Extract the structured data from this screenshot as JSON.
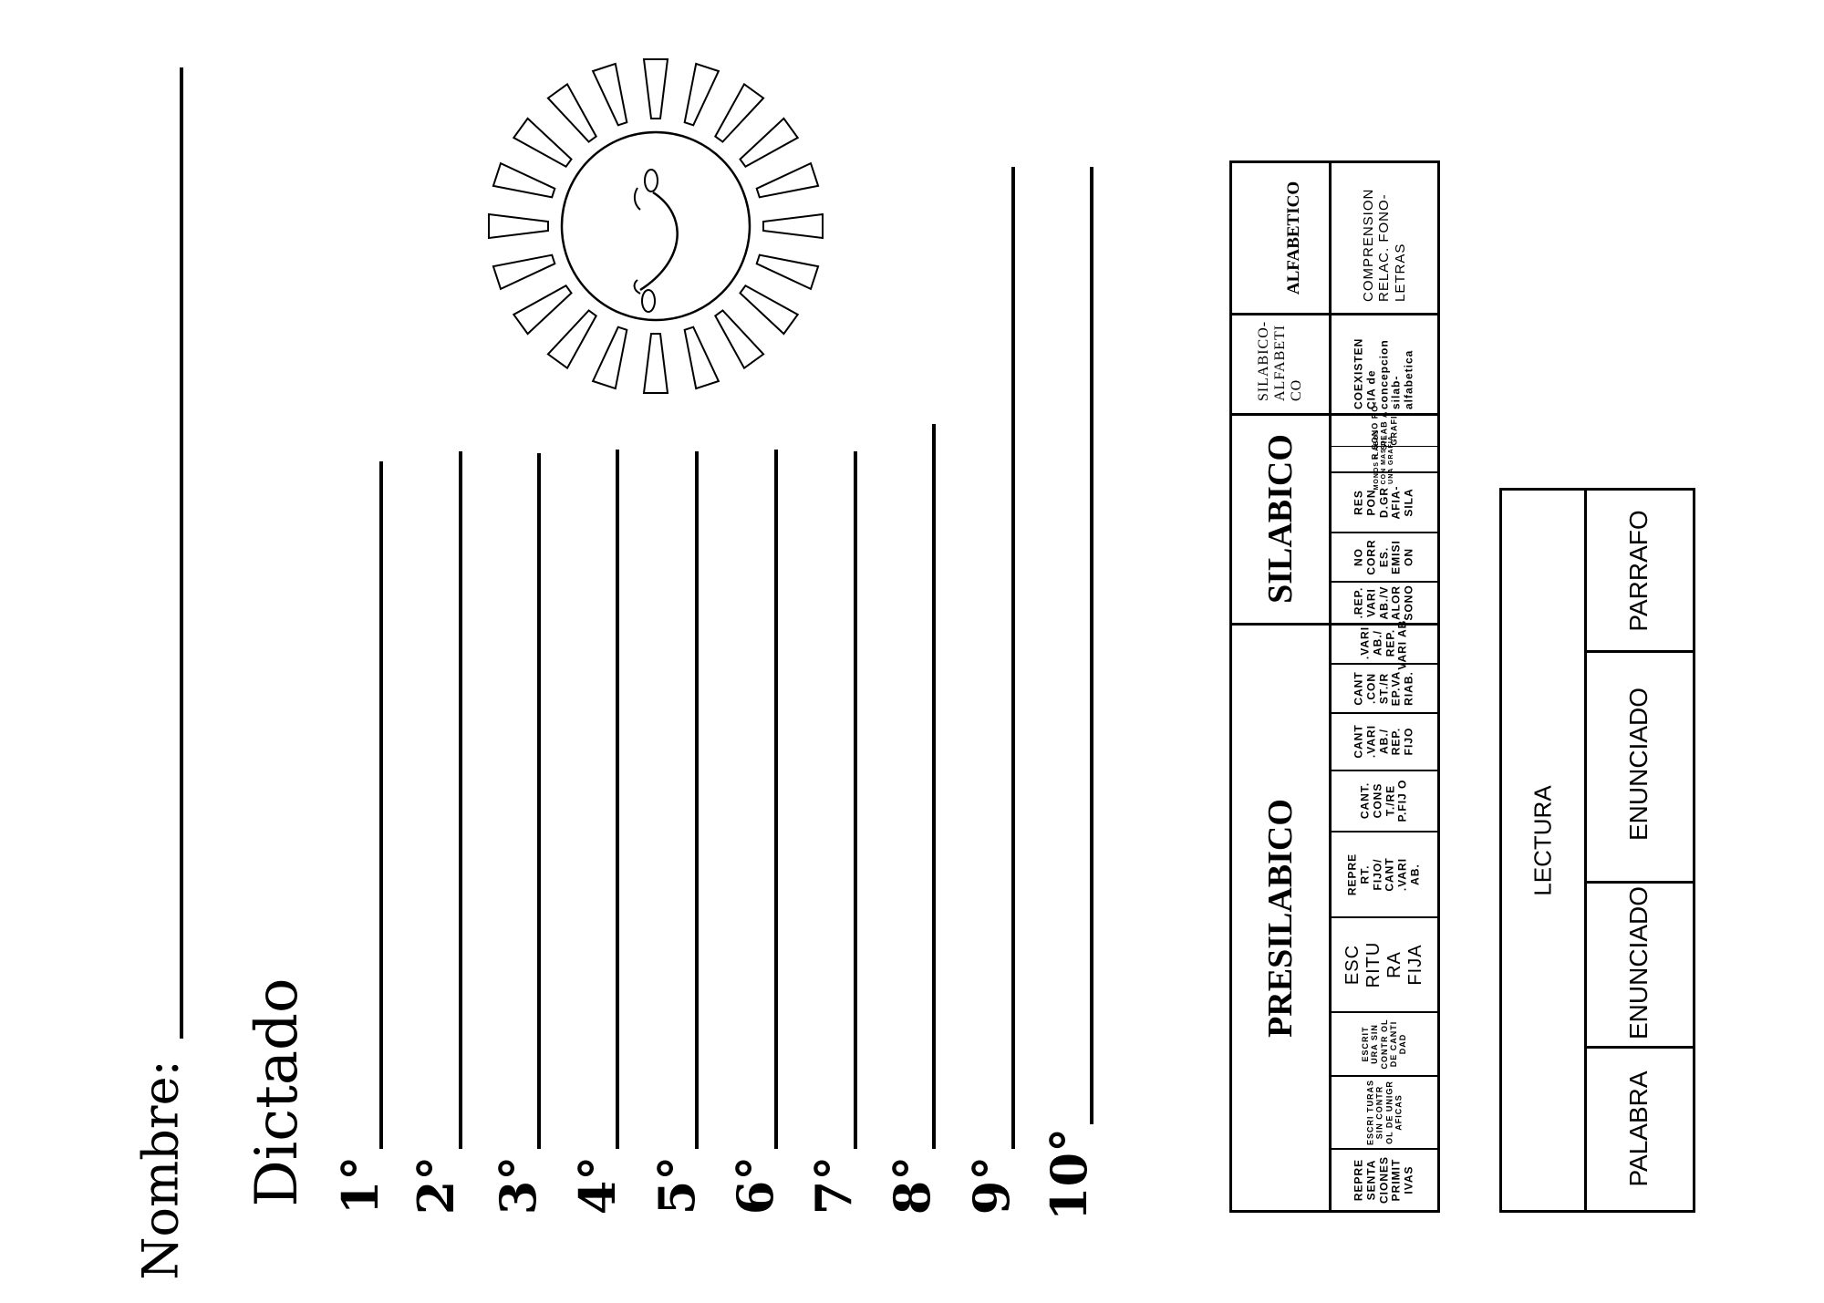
{
  "header": {
    "name_label": "Nombre:",
    "title": "Dictado"
  },
  "dictation_lines": [
    {
      "label": "1°"
    },
    {
      "label": "2°"
    },
    {
      "label": "3°"
    },
    {
      "label": "4°"
    },
    {
      "label": "5°"
    },
    {
      "label": "6°"
    },
    {
      "label": "7°"
    },
    {
      "label": "8°"
    },
    {
      "label": "9°"
    },
    {
      "label": "10°"
    }
  ],
  "decoration": {
    "icon": "sun-icon"
  },
  "levels_table": {
    "headers": {
      "presilabico": "PRESILABICO",
      "silabico": "SILABICO",
      "silabico_alfabetico": "SILABICO-ALFABETI CO",
      "alfabetico": "ALFABETICO"
    },
    "presilabico_cells": [
      "REPRE SENTA CIONES PRIMIT IVAS",
      "ESCRI TURAS SIN CONTR OL DE UNIGR AFICAS",
      "ESCRIT URA SIN CONTR OL DE CANTI DAD",
      "ESC RITU RA FIJA",
      "REPRE RT. FIJO/ CANT .VARI AB.",
      "CANT. CONS T./RE P.FIJ O",
      "CANT .VARI AB./ REP. FIJO",
      "CANT .CON ST./R EP.VA RIAB.",
      ".VARI AB./ REP. VARI AB.",
      ".REP. VARI AB./V ALOR SONO"
    ],
    "silabico_cells": [
      "NO CORR ES. EMISI ON",
      "RES PON D.GR AFIA- SILA",
      "MONOS ILABOS CON MAS DE UNA GRAFIA",
      "R SONO RO- SILAB A GRAFI"
    ],
    "silabico_alfabetico_cell": "COEXISTEN CIA de concepcion silab- alfabetica",
    "alfabetico_cell": "COMPRENSION RELAC. FONO- LETRAS"
  },
  "reading_table": {
    "title": "LECTURA",
    "columns": [
      "PALABRA",
      "ENUNCIADO",
      "ENUNCIADO",
      "PARRAFO"
    ]
  }
}
